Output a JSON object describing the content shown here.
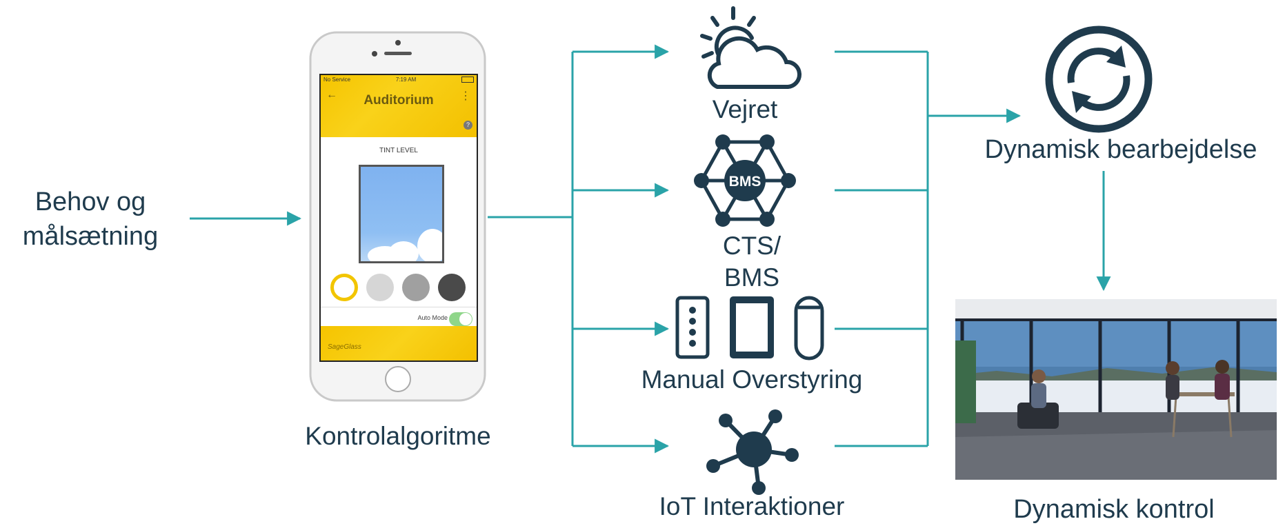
{
  "labels": {
    "needs": "Behov og\nmålsætning",
    "control_algorithm": "Kontrolalgoritme",
    "weather": "Vejret",
    "bms": "CTS/\nBMS",
    "manual": "Manual Overstyring",
    "iot": "IoT Interaktioner",
    "dynamic_processing": "Dynamisk bearbejdelse",
    "dynamic_control": "Dynamisk kontrol",
    "bms_badge": "BMS"
  },
  "phone_screen": {
    "status_left": "No Service",
    "status_time": "7:19 AM",
    "title": "Auditorium",
    "tint_label": "TINT LEVEL",
    "auto_mode_label": "Auto Mode",
    "auto_mode_on": true,
    "brand": "SageGlass",
    "help_glyph": "?",
    "back_glyph": "←",
    "menu_glyph": "⋮",
    "tint_levels": [
      "#ffffff",
      "#d6d6d6",
      "#a0a0a0",
      "#4a4a4a"
    ],
    "selected_tint_color": "#f2c500"
  },
  "colors": {
    "connector": "#2aa3a8",
    "icon_dark": "#1f3b4d",
    "text": "#1f3b4d"
  },
  "icons": [
    "weather-cloud-sun-icon",
    "bms-network-icon",
    "phone-icon",
    "tablet-icon",
    "smart-speaker-icon",
    "iot-hub-icon",
    "sync-cycle-icon"
  ]
}
